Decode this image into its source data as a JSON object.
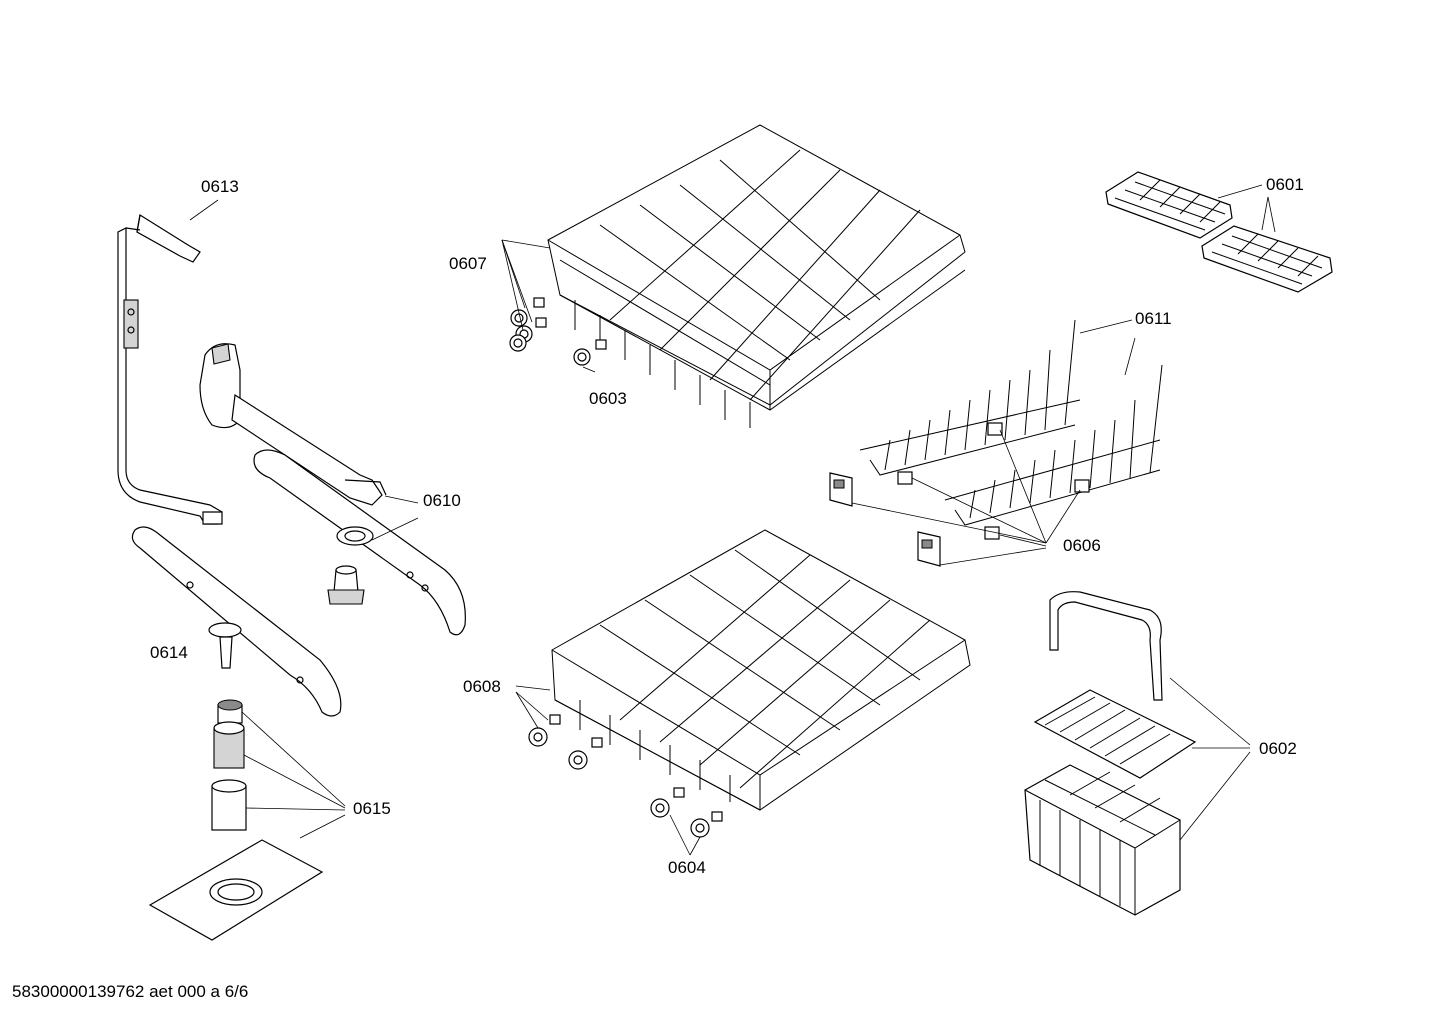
{
  "parts": [
    {
      "id": "0601"
    },
    {
      "id": "0602"
    },
    {
      "id": "0603"
    },
    {
      "id": "0604"
    },
    {
      "id": "0606"
    },
    {
      "id": "0607"
    },
    {
      "id": "0608"
    },
    {
      "id": "0610"
    },
    {
      "id": "0611"
    },
    {
      "id": "0613"
    },
    {
      "id": "0614"
    },
    {
      "id": "0615"
    }
  ],
  "footer": {
    "document_code": "58300000139762 aet 000 a 6/6"
  }
}
